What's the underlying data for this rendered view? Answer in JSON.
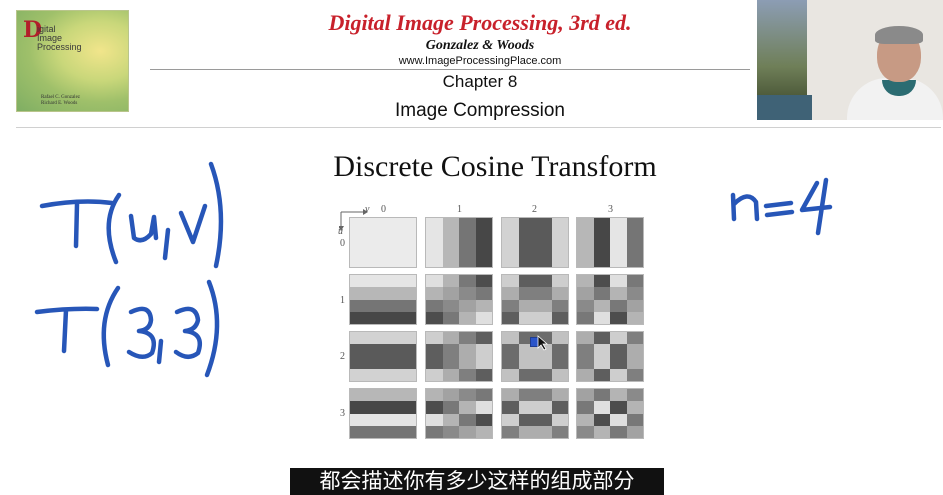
{
  "header": {
    "book_title": "Digital Image Processing, 3rd ed.",
    "authors": "Gonzalez & Woods",
    "url": "www.ImageProcessingPlace.com",
    "chapter": "Chapter 8",
    "subject": "Image Compression"
  },
  "cover": {
    "initial": "D",
    "title_lines": [
      "igital",
      "Image",
      "Processing"
    ],
    "authors_lines": [
      "Rafael C. Gonzalez",
      "Richard E. Woods"
    ]
  },
  "slide": {
    "title": "Discrete Cosine Transform",
    "figure": {
      "col_axis_label": "v",
      "row_axis_label": "u",
      "col_ticks": [
        "0",
        "1",
        "2",
        "3"
      ],
      "row_ticks": [
        "0",
        "1",
        "2",
        "3"
      ]
    }
  },
  "subtitle": "都会描述你有多少这样的组成部分",
  "colors": {
    "ink": "#2756b8",
    "title_red": "#c8212b",
    "selection": "#2b55c9"
  }
}
